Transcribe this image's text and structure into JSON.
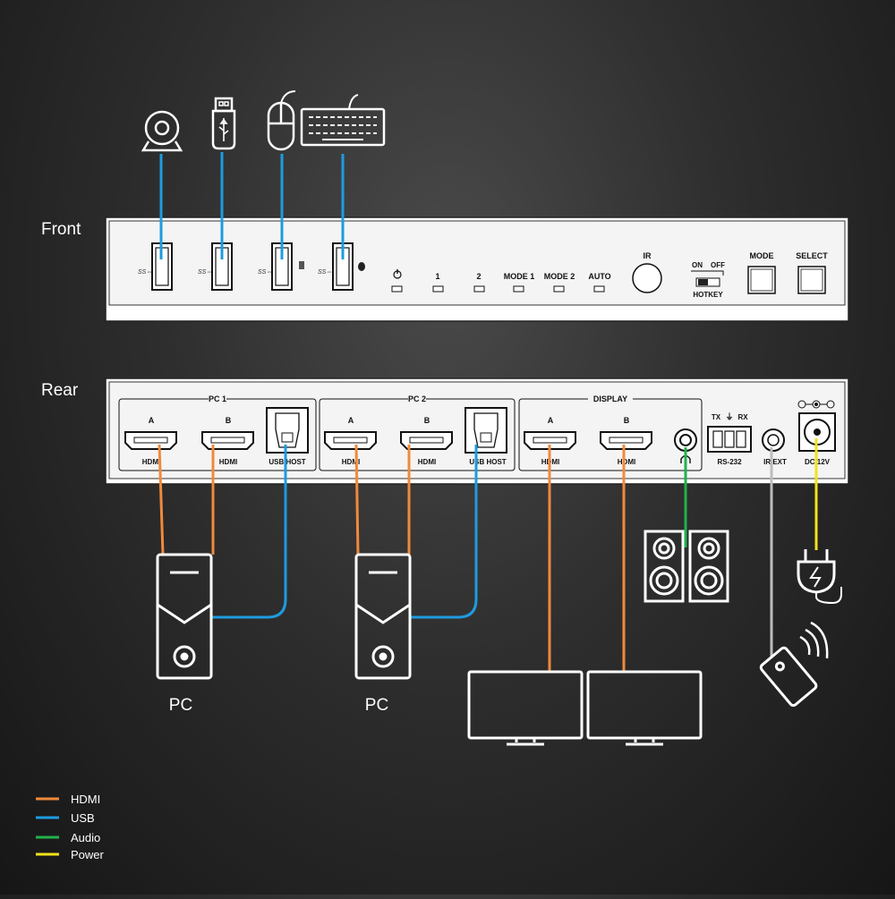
{
  "labels": {
    "front": "Front",
    "rear": "Rear",
    "pc_left": "PC",
    "pc_right": "PC"
  },
  "front_panel": {
    "leds": [
      "1",
      "2",
      "MODE 1",
      "MODE 2",
      "AUTO"
    ],
    "ir": "IR",
    "hotkey_on": "ON",
    "hotkey_off": "OFF",
    "hotkey": "HOTKEY",
    "mode_button": "MODE",
    "select_button": "SELECT"
  },
  "rear_panel": {
    "pc1": {
      "title": "PC 1",
      "a": "A",
      "b": "B",
      "hdmi_a": "HDMI",
      "hdmi_b": "HDMI",
      "usb": "USB HOST"
    },
    "pc2": {
      "title": "PC 2",
      "a": "A",
      "b": "B",
      "hdmi_a": "HDMI",
      "hdmi_b": "HDMI",
      "usb": "USB HOST"
    },
    "display": {
      "title": "DISPLAY",
      "a": "A",
      "b": "B",
      "hdmi_a": "HDMI",
      "hdmi_b": "HDMI"
    },
    "rs232_tx": "TX",
    "rs232_rx": "RX",
    "rs232": "RS-232",
    "ir_ext": "IR EXT",
    "dc": "DC 12V"
  },
  "legend": [
    {
      "label": "HDMI",
      "color": "#f08a3c"
    },
    {
      "label": "USB",
      "color": "#1e9be0"
    },
    {
      "label": "Audio",
      "color": "#22b04b"
    },
    {
      "label": "Power",
      "color": "#f2e21a"
    }
  ],
  "colors": {
    "hdmi": "#f08a3c",
    "usb": "#1e9be0",
    "audio": "#22b04b",
    "power": "#f2e21a",
    "ir": "#bdbdbd"
  },
  "icons": [
    "webcam-icon",
    "usb-drive-icon",
    "mouse-icon",
    "keyboard-icon",
    "pc-tower-icon",
    "monitor-icon",
    "speaker-icon",
    "power-plug-icon",
    "remote-control-icon"
  ]
}
